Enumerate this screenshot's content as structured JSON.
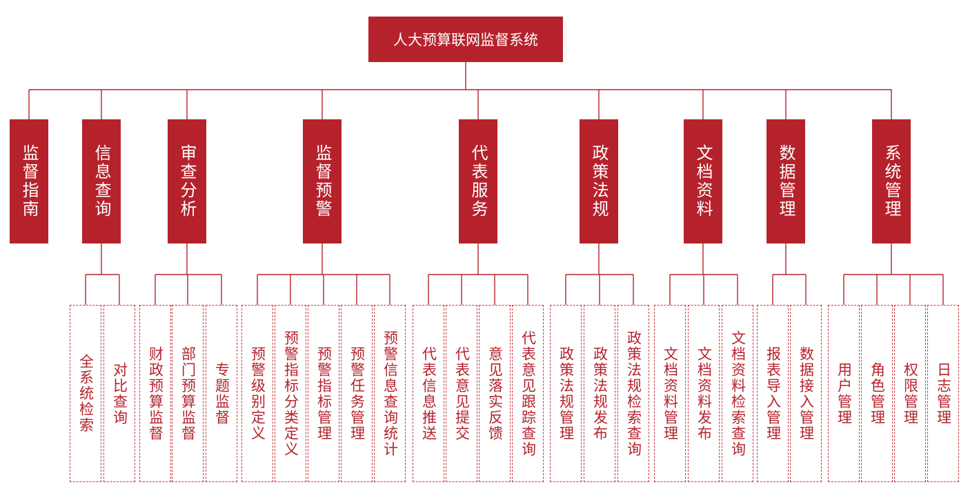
{
  "colors": {
    "primary": "#b5222c",
    "leaf_border": "#c8323a",
    "leaf_text": "#b5222c"
  },
  "root": {
    "title": "人大预算联网监督系统"
  },
  "modules": [
    {
      "label": "监督指南",
      "children": []
    },
    {
      "label": "信息查询",
      "children": [
        "全系统检索",
        "对比查询"
      ]
    },
    {
      "label": "审查分析",
      "children": [
        "财政预算监督",
        "部门预算监督",
        "专题监督"
      ]
    },
    {
      "label": "监督预警",
      "children": [
        "预警级别定义",
        "预警指标分类定义",
        "预警指标管理",
        "预警任务管理",
        "预警信息查询统计"
      ]
    },
    {
      "label": "代表服务",
      "children": [
        "代表信息推送",
        "代表意见提交",
        "意见落实反馈",
        "代表意见跟踪查询"
      ]
    },
    {
      "label": "政策法规",
      "children": [
        "政策法规管理",
        "政策法规发布",
        "政策法规检索查询"
      ]
    },
    {
      "label": "文档资料",
      "children": [
        "文档资料管理",
        "文档资料发布",
        "文档资料检索查询"
      ]
    },
    {
      "label": "数据管理",
      "children": [
        "报表导入管理",
        "数据接入管理"
      ]
    },
    {
      "label": "系统管理",
      "children": [
        "用户管理",
        "角色管理",
        "权限管理",
        "日志管理"
      ]
    }
  ]
}
